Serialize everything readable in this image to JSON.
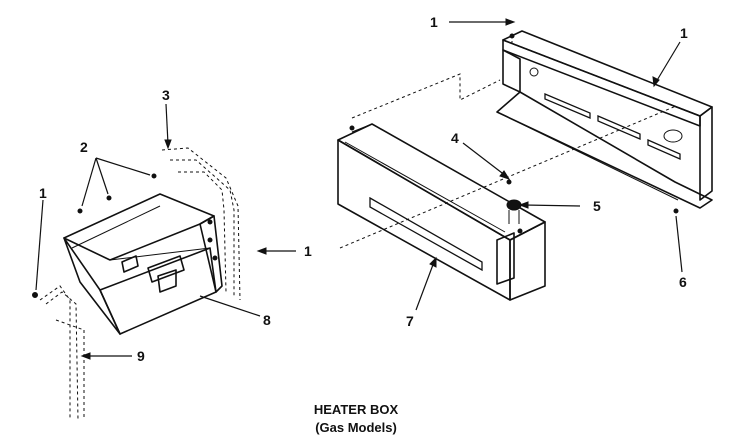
{
  "caption": {
    "title": "HEATER BOX",
    "subtitle": "(Gas Models)"
  },
  "callouts": {
    "c1_top": "1",
    "c1_upper_right": "1",
    "c1_left": "1",
    "c1_middle": "1",
    "c2": "2",
    "c3": "3",
    "c4": "4",
    "c5": "5",
    "c6": "6",
    "c7": "7",
    "c8": "8",
    "c9": "9"
  }
}
